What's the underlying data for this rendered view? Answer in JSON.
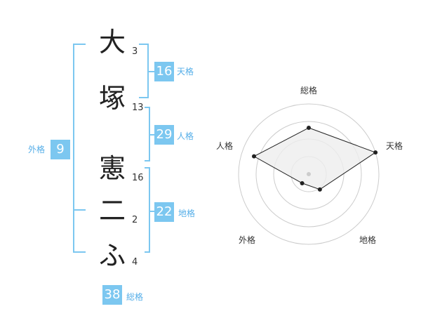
{
  "name": {
    "chars": [
      {
        "char": "大",
        "strokes": "3"
      },
      {
        "char": "塚",
        "strokes": "13"
      },
      {
        "char": "憲",
        "strokes": "16"
      },
      {
        "char": "二",
        "strokes": "2"
      },
      {
        "char": "ふ",
        "strokes": "4"
      }
    ]
  },
  "kaku": {
    "tenkaku": {
      "value": "16",
      "label": "天格"
    },
    "jinkaku": {
      "value": "29",
      "label": "人格"
    },
    "chikaku": {
      "value": "22",
      "label": "地格"
    },
    "gaikaku": {
      "value": "9",
      "label": "外格"
    },
    "soukaku": {
      "value": "38",
      "label": "総格"
    }
  },
  "radar": {
    "labels": {
      "soukaku": "総格",
      "tenkaku": "天格",
      "jinkaku": "人格",
      "gaikaku": "外格",
      "chikaku": "地格"
    },
    "levels": 4,
    "values_fraction": {
      "soukaku": 0.66,
      "tenkaku": 1.0,
      "chikaku": 0.27,
      "gaikaku": 0.16,
      "jinkaku": 0.82
    },
    "colors": {
      "grid": "#cccccc",
      "fill": "#eeeeee",
      "line": "#222222",
      "center": "#cccccc"
    }
  },
  "colors": {
    "accent": "#7cc7f0",
    "accent_text": "#55aee8"
  }
}
